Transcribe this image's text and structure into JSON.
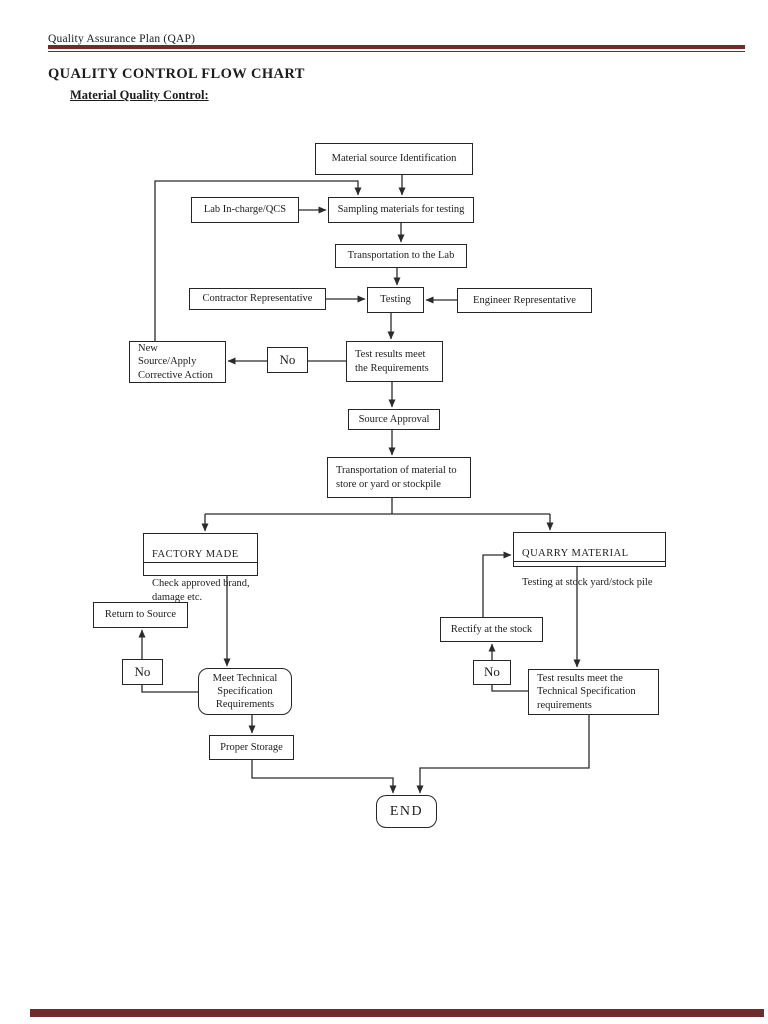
{
  "page": {
    "header": "Quality Assurance Plan (QAP)",
    "title": "QUALITY CONTROL FLOW CHART",
    "subtitle": "Material Quality Control:"
  },
  "colors": {
    "rule_maroon": "#6e2d2d",
    "line_black": "#2b2b2b"
  },
  "flowchart": {
    "nodes": {
      "material_source": "Material source Identification",
      "lab_incharge": "Lab In-charge/QCS",
      "sampling": "Sampling materials for testing",
      "transport_lab": "Transportation to the Lab",
      "contractor": "Contractor Representative",
      "testing": "Testing",
      "engineer": "Engineer Representative",
      "test_results_1": "Test results meet\nthe Requirements",
      "no_1": "No",
      "new_source": "New\nSource/Apply\nCorrective Action",
      "source_approval": "Source Approval",
      "transport_store": "Transportation of material to\nstore or yard or stockpile",
      "factory_made_title": "FACTORY MADE",
      "factory_made_body": "Check approved brand,\ndamage etc.",
      "quarry_title": "QUARRY MATERIAL",
      "quarry_body": "Testing at stock yard/stock pile",
      "return_source": "Return to Source",
      "no_2": "No",
      "meet_tech": "Meet Technical\nSpecification\nRequirements",
      "rectify": "Rectify at the stock",
      "no_3": "No",
      "test_results_2": "Test results meet the\nTechnical Specification\nrequirements",
      "proper_storage": "Proper Storage",
      "end": "END"
    }
  }
}
